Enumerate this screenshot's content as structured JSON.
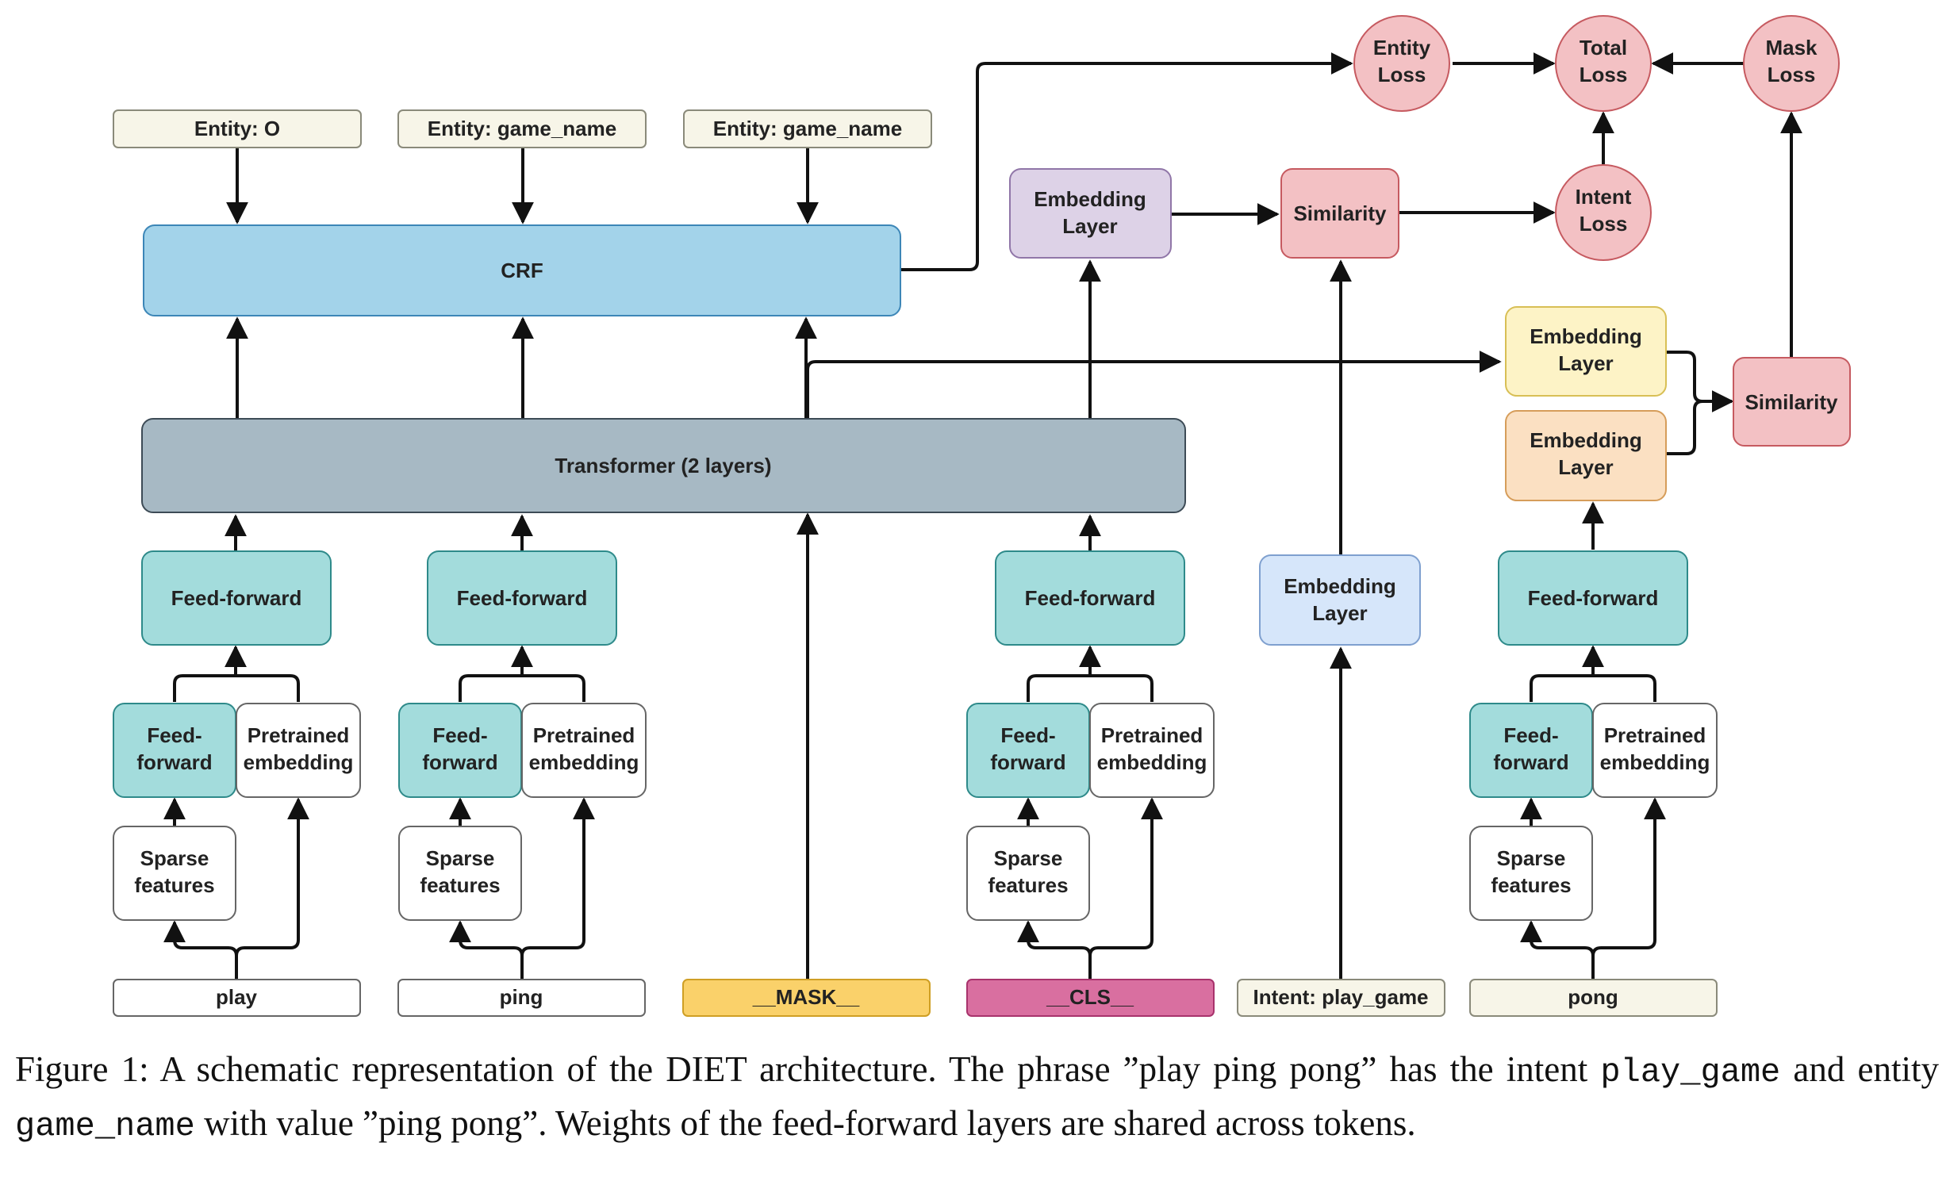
{
  "nodes": {
    "entity_o": "Entity: O",
    "entity_game_name_1": "Entity: game_name",
    "entity_game_name_2": "Entity: game_name",
    "crf": "CRF",
    "transformer": "Transformer (2 layers)",
    "feed_forward": "Feed-forward",
    "feed_forward_small": [
      "Feed-",
      "forward"
    ],
    "pretrained_embedding": [
      "Pretrained",
      "embedding"
    ],
    "sparse_features": [
      "Sparse",
      "features"
    ],
    "embedding_layer": [
      "Embedding",
      "Layer"
    ],
    "similarity": "Similarity",
    "entity_loss": [
      "Entity",
      "Loss"
    ],
    "total_loss": [
      "Total",
      "Loss"
    ],
    "mask_loss": [
      "Mask",
      "Loss"
    ],
    "intent_loss": [
      "Intent",
      "Loss"
    ]
  },
  "inputs": {
    "play": "play",
    "ping": "ping",
    "mask": "__MASK__",
    "cls": "__CLS__",
    "intent": "Intent: play_game",
    "pong": "pong"
  },
  "caption": {
    "label": "Figure 1:",
    "text_1": "A schematic representation of the DIET architecture. The phrase ”play ping pong” has the intent",
    "code_1": "play_game",
    "text_2": "and entity",
    "code_2": "game_name",
    "text_3": "with value ”ping pong”. Weights of the feed-forward layers are shared across tokens."
  },
  "colors": {
    "entity_label": "#f7f5e8",
    "crf": "#a3d3ea",
    "transformer": "#a7b9c4",
    "feed_forward": "#a3dcdc",
    "pretrained": "#ffffff",
    "embedding_purple": "#ddd2e7",
    "embedding_blue": "#d6e6fa",
    "embedding_yellow": "#fdf3c6",
    "embedding_orange": "#fbe0c2",
    "similarity": "#f3c1c4",
    "loss": "#f3c1c4",
    "mask_token": "#fad16a",
    "cls_token": "#d96fa0",
    "intent_token": "#f7f5e8",
    "pong_token": "#f7f5e8"
  }
}
